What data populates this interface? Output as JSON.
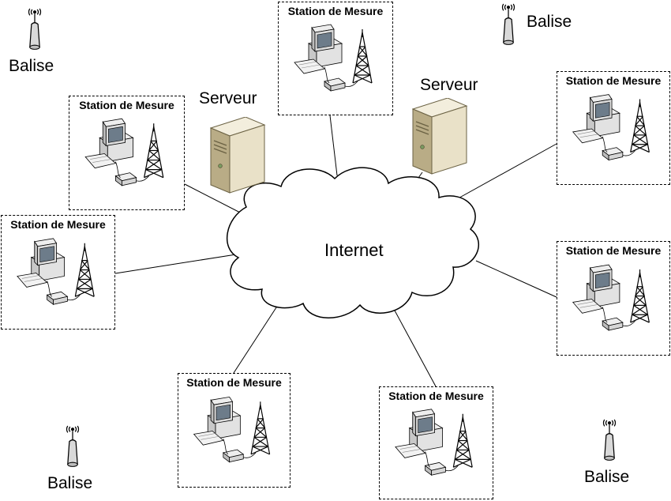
{
  "diagram": {
    "cloud_label": "Internet",
    "server_label": "Serveur",
    "beacon_label": "Balise",
    "station_label": "Station de Mesure"
  },
  "stations": [
    {
      "id": "top-center",
      "label": "Station de Mesure"
    },
    {
      "id": "left-upper",
      "label": "Station de Mesure"
    },
    {
      "id": "left-middle",
      "label": "Station de Mesure"
    },
    {
      "id": "bottom-left",
      "label": "Station de Mesure"
    },
    {
      "id": "bottom-center",
      "label": "Station de Mesure"
    },
    {
      "id": "right-upper",
      "label": "Station de Mesure"
    },
    {
      "id": "right-middle",
      "label": "Station de Mesure"
    }
  ],
  "servers": [
    {
      "id": "server-left",
      "label": "Serveur"
    },
    {
      "id": "server-right",
      "label": "Serveur"
    }
  ],
  "beacons": [
    {
      "id": "beacon-top-left",
      "label": "Balise"
    },
    {
      "id": "beacon-top-right",
      "label": "Balise"
    },
    {
      "id": "beacon-bottom-left",
      "label": "Balise"
    },
    {
      "id": "beacon-bottom-right",
      "label": "Balise"
    }
  ],
  "colors": {
    "line": "#000000",
    "cloud_fill": "#ffffff",
    "server_body": "#e9e1c8",
    "server_shade": "#b9ac86",
    "monitor": "#d8d8d8",
    "screen": "#6d7c8a"
  }
}
